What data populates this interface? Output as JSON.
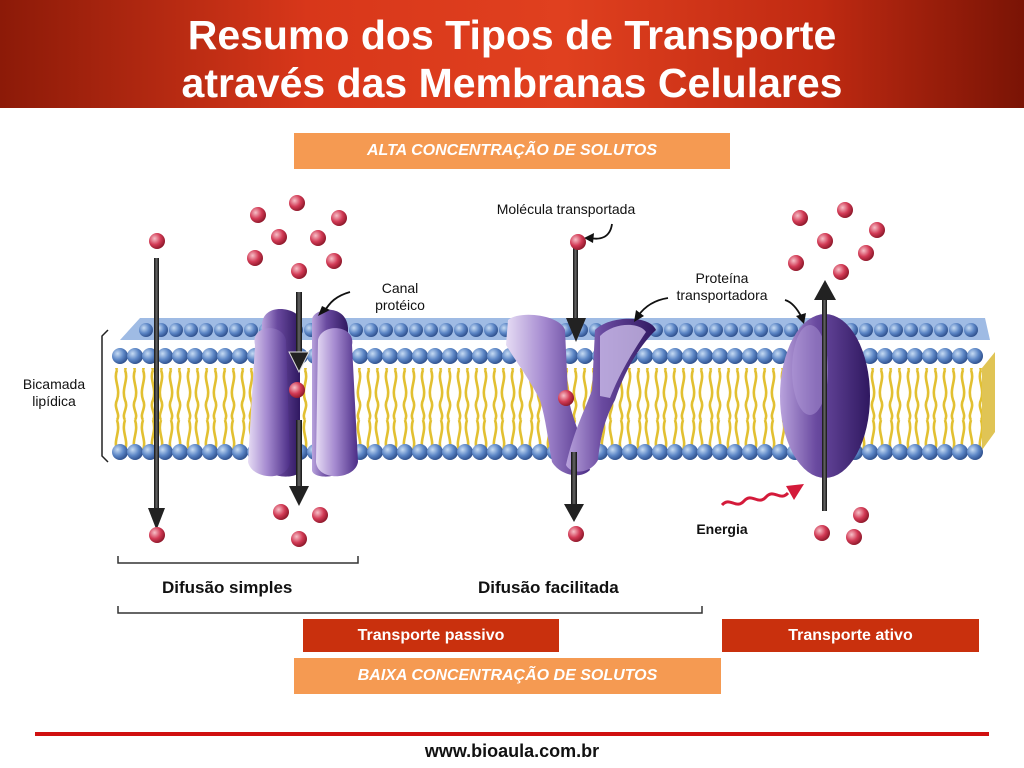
{
  "title": {
    "line1": "Resumo dos Tipos de Transporte",
    "line2": "através das Membranas Celulares"
  },
  "concentration": {
    "high": "ALTA CONCENTRAÇÃO DE SOLUTOS",
    "low": "BAIXA CONCENTRAÇÃO DE SOLUTOS"
  },
  "labels": {
    "bilayer_line1": "Bicamada",
    "bilayer_line2": "lipídica",
    "channel_line1": "Canal",
    "channel_line2": "protéico",
    "molecule": "Molécula transportada",
    "carrier_line1": "Proteína",
    "carrier_line2": "transportadora",
    "energy": "Energia"
  },
  "types": {
    "simple": "Difusão simples",
    "facilitated": "Difusão facilitada",
    "passive": "Transporte passivo",
    "active": "Transporte ativo"
  },
  "footer": {
    "url": "www.bioaula.com.br"
  },
  "colors": {
    "header": "#d8371a",
    "orange_box": "#f59a52",
    "red_box": "#c9300d",
    "molecule": "#d23a55",
    "head_blue": "#5c86c6",
    "tail_yellow": "#e2c031",
    "protein_purple": "#6a4aa0",
    "footer_line": "#d01010"
  }
}
